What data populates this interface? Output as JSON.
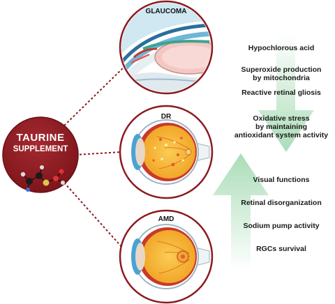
{
  "supplement": {
    "line1": "TAURINE",
    "line2": "SUPPLEMENT"
  },
  "conditions": [
    {
      "name": "GLAUCOMA",
      "icon": "glaucoma-eye-section"
    },
    {
      "name": "DR",
      "icon": "diabetic-retinopathy-eyeball"
    },
    {
      "name": "AMD",
      "icon": "macular-degeneration-eyeball"
    }
  ],
  "decreases": [
    "Hypochlorous acid",
    "Superoxide production\nby mitochondria",
    "Reactive retinal gliosis",
    "Oxidative stress\nby maintaining\nantioxidant system activity"
  ],
  "increases": [
    "Visual functions",
    "Retinal disorganization",
    "Sodium pump activity",
    "RGCs survival"
  ],
  "colors": {
    "circle_border": "#8b1a1f",
    "taurine_fill": "#8c1b21",
    "arrow_green": "#b9e3c4",
    "eye_orange": "#f7b733",
    "connector": "#8b1a1f"
  }
}
